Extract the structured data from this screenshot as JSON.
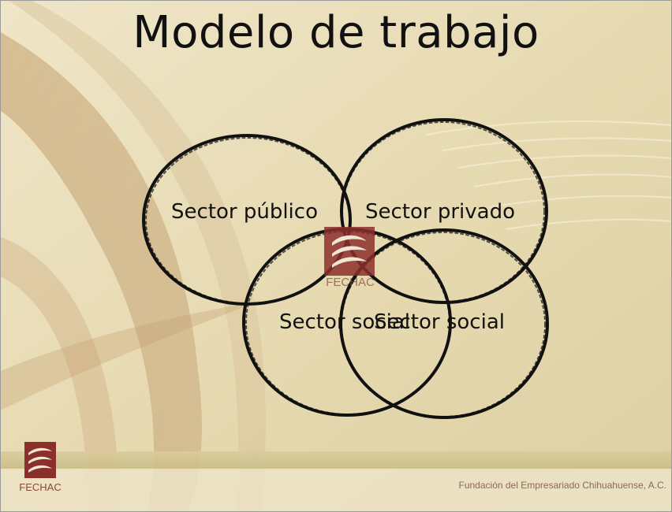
{
  "slide": {
    "title": "Modelo de trabajo"
  },
  "diagram": {
    "circles": [
      {
        "id": "publico",
        "label": "Sector público"
      },
      {
        "id": "privado",
        "label": "Sector privado"
      },
      {
        "id": "social_1",
        "label": "Sector social"
      },
      {
        "id": "social_2",
        "label": "Sector social"
      }
    ],
    "center_logo": {
      "icon": "fechac-logo-icon",
      "text": "FECHAC"
    }
  },
  "footer": {
    "logo_icon": "fechac-logo-icon",
    "logo_text": "FECHAC",
    "organization": "Fundación del Empresariado Chihuahuense, A.C."
  },
  "colors": {
    "background": "#e8dcb6",
    "logo_maroon": "#8b2f2a",
    "footer_band": "#d6c898",
    "ink": "#111111"
  }
}
